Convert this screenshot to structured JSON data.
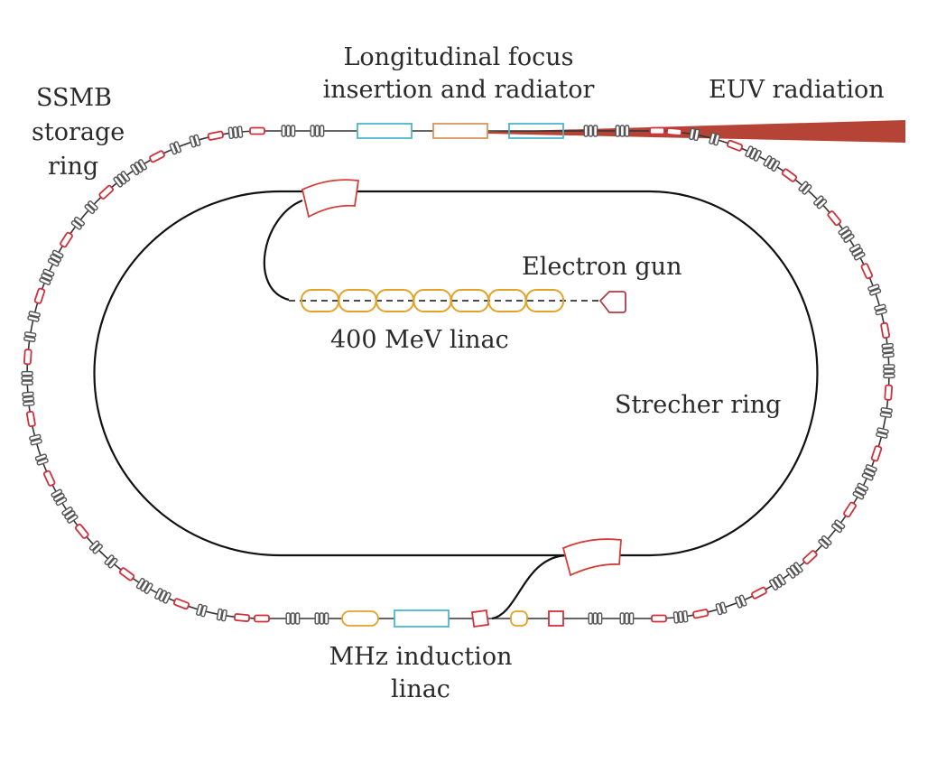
{
  "diagram": {
    "title": "SSMB EUV light source layout",
    "labels": {
      "storage_ring": [
        "SSMB",
        "storage",
        "ring"
      ],
      "longitudinal_focus": [
        "Longitudinal focus",
        "insertion and radiator"
      ],
      "euv": "EUV radiation",
      "electron_gun": "Electron gun",
      "linac": "400 MeV linac",
      "stretcher": "Strecher ring",
      "induction_linac": [
        "MHz induction",
        "linac"
      ]
    },
    "components": {
      "linac_cavities": 7,
      "ring_magnet_pattern": [
        "quad-triplet",
        "quad-triplet",
        "dipole",
        "quad",
        "dipole"
      ]
    },
    "colors": {
      "dipole": "#d0303a",
      "quad": "#555555",
      "beamline": "#111111",
      "undulator": "#4fb4cf",
      "modulator": "#d9955a",
      "linac": "#e3a22a",
      "euv_beam": "#b13a2c",
      "kicker": "#d2403a"
    }
  }
}
